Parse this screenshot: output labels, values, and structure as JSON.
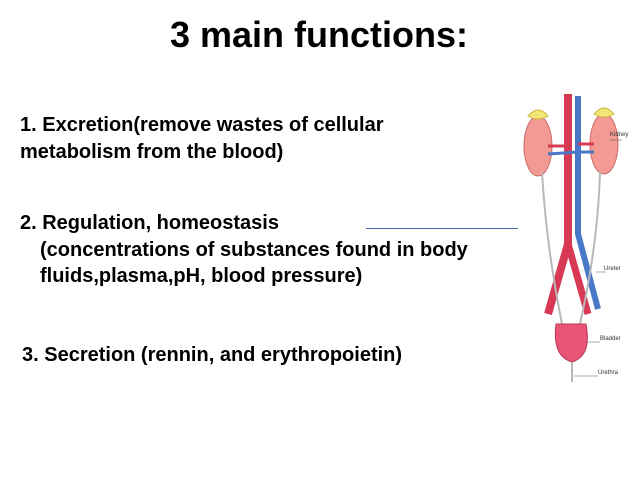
{
  "slide": {
    "title": "3 main functions:",
    "items": [
      {
        "text": "1. Excretion(remove wastes of cellular metabolism from the blood)"
      },
      {
        "line1": "2. Regulation, homeostasis",
        "line2": "(concentrations of substances found in body fluids,plasma,pH, blood pressure)"
      },
      {
        "text": "3. Secretion (rennin, and erythropoietin)"
      }
    ]
  },
  "figure": {
    "labels": [
      "Kidney",
      "Ureter",
      "Bladder",
      "Urethra"
    ],
    "colors": {
      "kidney": "#f29a93",
      "artery": "#d83a55",
      "vein": "#4a78c8",
      "adrenal": "#f4e676",
      "connector": "#3d6fb0"
    }
  }
}
